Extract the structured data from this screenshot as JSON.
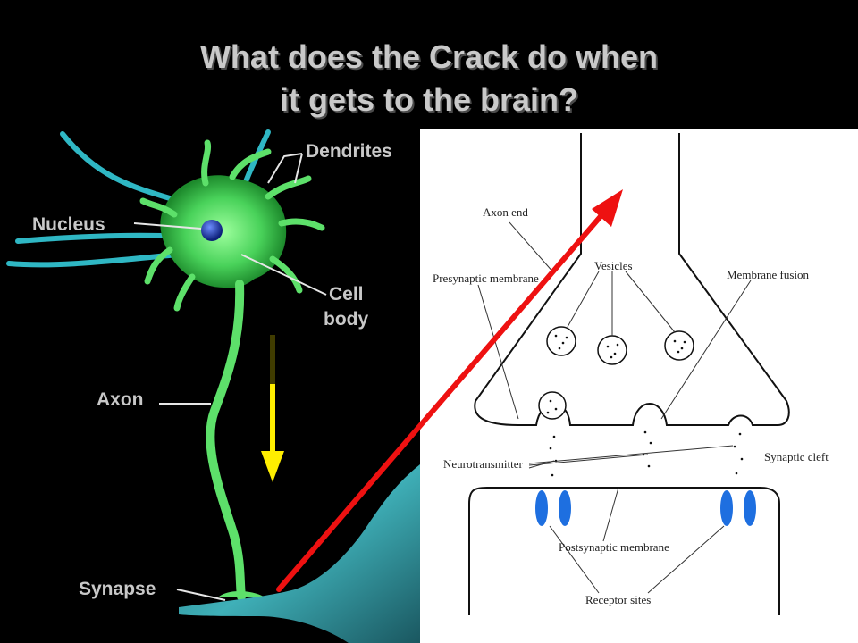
{
  "slide": {
    "title_line1": "What does the Crack do when",
    "title_line2": "it gets to the brain?"
  },
  "neuron": {
    "labels": {
      "dendrites": "Dendrites",
      "nucleus": "Nucleus",
      "cell": "Cell",
      "body": "body",
      "axon": "Axon",
      "synapse": "Synapse"
    }
  },
  "synapse_diagram": {
    "labels": {
      "axon_end": "Axon end",
      "vesicles": "Vesicles",
      "membrane_fusion": "Membrane fusion",
      "presynaptic_membrane": "Presynaptic membrane",
      "neurotransmitter": "Neurotransmitter",
      "synaptic_cleft": "Synaptic cleft",
      "postsynaptic_membrane": "Postsynaptic membrane",
      "receptor_sites": "Receptor sites"
    }
  },
  "colors": {
    "background": "#000000",
    "title": "#c9c9c9",
    "neuron": "#5de06a",
    "dendrite": "#2fb7c4",
    "nucleus": "#1a3fb0",
    "signal_arrow": "#ffee00",
    "pointer_arrow": "#ee1111",
    "receptor": "#1e6fe0"
  },
  "icons": {
    "signal_direction": "down-arrow-icon",
    "pointer": "diagonal-arrow-icon"
  }
}
